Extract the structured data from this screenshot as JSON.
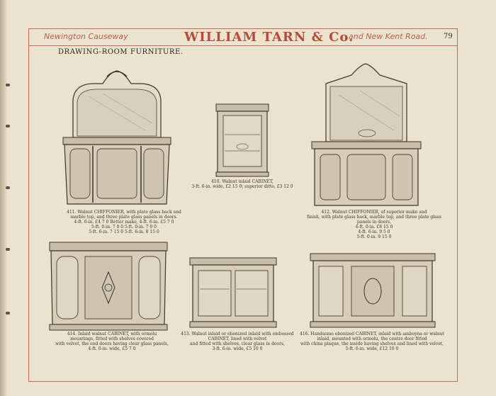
{
  "header": {
    "left": "Newington Causeway",
    "center": "WILLIAM TARN & Co.",
    "right": "and New Kent Road.",
    "page_number": "79"
  },
  "section_title": "DRAWING-ROOM FURNITURE.",
  "captions": {
    "c411": [
      "411. Walnut CHIFFONIER, with plate glass back and",
      "marble top, and three plate glass panels in doors.",
      "4-ft. 6-in. £4 7 0 Better make, 4-ft. 6-in. £5 7 0",
      "5-ft. 0-in. 7 0 0 5-ft. 0-in. 7 0 0",
      "5-ft. 6-in. 7 15 0 5-ft. 6-in. 8 15 0"
    ],
    "c410": [
      "410. Walnut inlaid CABINET,",
      "3-ft. 6-in. wide, £2 15 0; superior ditto, £3 12 0"
    ],
    "c412": [
      "412. Walnut CHIFFONIER, of superior make and",
      "finish, with plate glass back, marble top, and three plate glass",
      "panels in doors,",
      "4-ft. 0-in. £8 15 0",
      "4-ft. 6-in. 9 5 0",
      "5-ft. 0-in. 9 15 0"
    ],
    "c414": [
      "414. Inlaid walnut CABINET, with ormolu",
      "mountings, fitted with shelves covered",
      "with velvet, the end doors having clear glass panels,",
      "4-ft. 0-in. wide, £5 7 0"
    ],
    "c413": [
      "413. Walnut inlaid or ebonized inlaid with embossed",
      "CABINET, lined with velvet",
      "and fitted with shelves, clear glass in doors,",
      "3-ft. 6-in. wide, £5 10 0"
    ],
    "c416": [
      "416. Handsome ebonized CABINET, inlaid with amboyna or walnut",
      "inlaid, mounted with ormolu, the centre door fitted",
      "with china plaque, the inside having shelves and lined with velvet,",
      "5-ft. 6-in. wide, £12 10 0"
    ]
  }
}
